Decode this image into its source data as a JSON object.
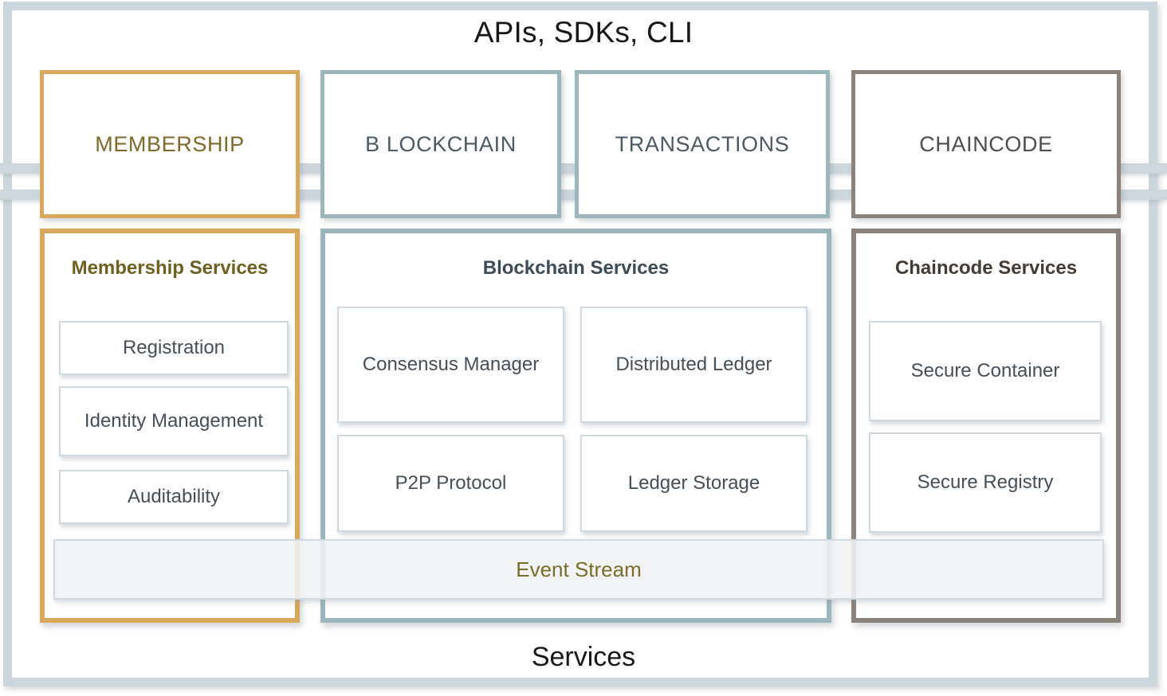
{
  "diagram": {
    "top_title": "APIs, SDKs, CLI",
    "bottom_title": "Services",
    "capabilities": [
      {
        "id": "membership",
        "label": "MEMBERSHIP",
        "accent": "#d9a85c"
      },
      {
        "id": "blockchain",
        "label": "B LOCKCHAIN",
        "accent": "#9bb7bd"
      },
      {
        "id": "transactions",
        "label": "TRANSACTIONS",
        "accent": "#9bb7bd"
      },
      {
        "id": "chaincode",
        "label": "CHAINCODE",
        "accent": "#8d8279"
      }
    ],
    "panels": [
      {
        "id": "membership",
        "title": "Membership Services",
        "accent": "#d9a85c",
        "tiles": [
          {
            "id": "registration",
            "label": "Registration"
          },
          {
            "id": "identity-management",
            "label": "Identity Management"
          },
          {
            "id": "auditability",
            "label": "Auditability"
          }
        ]
      },
      {
        "id": "blockchain",
        "title": "Blockchain Services",
        "accent": "#9bb7bd",
        "tiles": [
          {
            "id": "consensus-manager",
            "label": "Consensus Manager"
          },
          {
            "id": "distributed-ledger",
            "label": "Distributed Ledger"
          },
          {
            "id": "p2p-protocol",
            "label": "P2P Protocol"
          },
          {
            "id": "ledger-storage",
            "label": "Ledger Storage"
          }
        ]
      },
      {
        "id": "chaincode",
        "title": "Chaincode Services",
        "accent": "#8d8279",
        "tiles": [
          {
            "id": "secure-container",
            "label": "Secure Container"
          },
          {
            "id": "secure-registry",
            "label": "Secure Registry"
          }
        ]
      }
    ],
    "event_stream": {
      "label": "Event Stream"
    },
    "colors": {
      "frame": "#ccd6dd",
      "rail": "#ccd6dd",
      "tile_border": "#cfd9e0",
      "event_stream_fill": "#f0f1f2",
      "text_dark": "#16181c"
    }
  }
}
